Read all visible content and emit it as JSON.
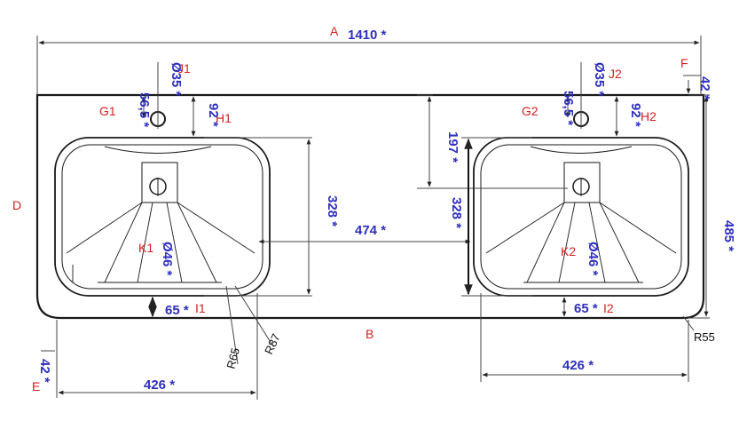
{
  "colors": {
    "dimension_text": "#2f2fbf",
    "letter_label": "#d42020",
    "outline": "#1a1a1a",
    "dim_line": "#444444"
  },
  "labels": {
    "A": "A",
    "B": "B",
    "D": "D",
    "E": "E",
    "F": "F",
    "G1": "G1",
    "G2": "G2",
    "H1": "H1",
    "H2": "H2",
    "I1": "I1",
    "I2": "I2",
    "J1": "J1",
    "J2": "J2",
    "K1": "K1",
    "K2": "K2"
  },
  "dimensions": {
    "overall_width": "1410 *",
    "edge_left": "42 *",
    "edge_right": "42 *",
    "tap_offset_left": "56,5 *",
    "tap_offset_right": "56,5 *",
    "bowl_top_left": "92 *",
    "bowl_top_right": "92 *",
    "tap_hole_left": "Ø35 *",
    "tap_hole_right": "Ø35 *",
    "bowl_depth_left": "328 *",
    "bowl_depth_right": "328 *",
    "bowl_spacing": "474 *",
    "bowl_to_tap": "197 *",
    "drain_left": "Ø46 *",
    "drain_right": "Ø46 *",
    "bowl_bottom_left": "65 *",
    "bowl_bottom_right": "65 *",
    "depth_total": "485 *",
    "bowl_width_left": "426 *",
    "bowl_width_right": "426 *",
    "radius_65": "R65",
    "radius_87": "R87",
    "radius_55": "R55"
  }
}
